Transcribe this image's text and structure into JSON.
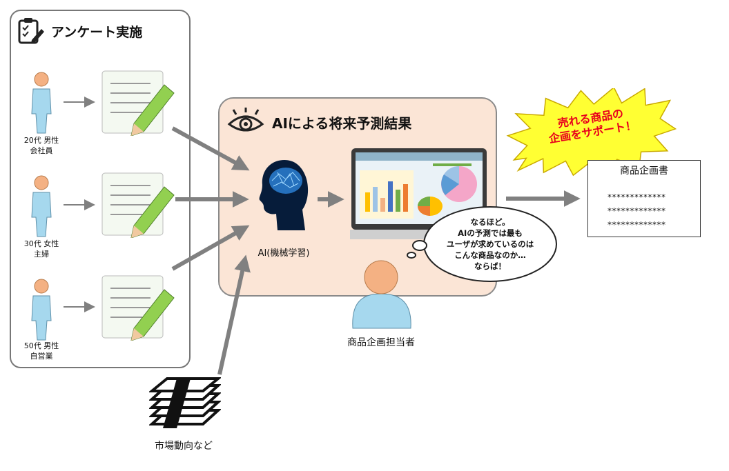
{
  "survey": {
    "title": "アンケート実施",
    "respondents": [
      {
        "age_gender": "20代 男性",
        "occupation": "会社員"
      },
      {
        "age_gender": "30代 女性",
        "occupation": "主婦"
      },
      {
        "age_gender": "50代 男性",
        "occupation": "自営業"
      }
    ]
  },
  "ai": {
    "title": "AIによる将来予測結果",
    "model_label": "AI(機械学習)"
  },
  "thought_bubble": {
    "lines": [
      "なるほど。",
      "AIの予測では最も",
      "ユーザが求めているのは",
      "こんな商品なのか…",
      "ならば！"
    ]
  },
  "planner_label": "商品企画担当者",
  "burst": {
    "lines": [
      "売れる商品の",
      "企画をサポート！"
    ]
  },
  "document": {
    "title": "商品企画書",
    "lines": [
      "*************",
      "*************",
      "*************"
    ]
  },
  "market_label": "市場動向など",
  "colors": {
    "panel_fill": "#fbe5d6",
    "burst_fill": "#ffff33",
    "burst_text": "#e8001c",
    "arrow": "#808080",
    "person": "#a6d8ee",
    "head": "#f4b183"
  }
}
